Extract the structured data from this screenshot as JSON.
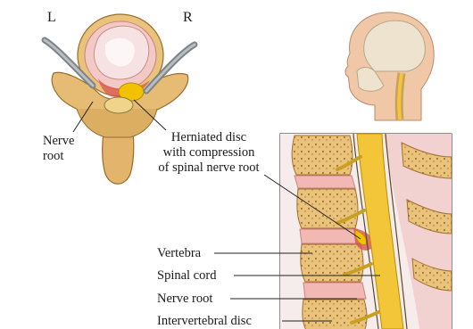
{
  "orientation": {
    "left": "L",
    "right": "R"
  },
  "callouts": {
    "nerve_root_top": [
      "Nerve",
      "root"
    ],
    "herniated_disc": [
      "Herniated disc",
      "with compression",
      "of spinal nerve root"
    ],
    "vertebra": "Vertebra",
    "spinal_cord": "Spinal cord",
    "nerve_root": "Nerve root",
    "intervertebral_disc": "Intervertebral disc"
  },
  "colors": {
    "bone": "#e8c07a",
    "bone_dark": "#b98a3e",
    "disc": "#f2b8b4",
    "herniation": "#f2c200",
    "spinal_cord": "#f3c63a",
    "nerve": "#8a8f93",
    "skin": "#f0c8a8"
  }
}
